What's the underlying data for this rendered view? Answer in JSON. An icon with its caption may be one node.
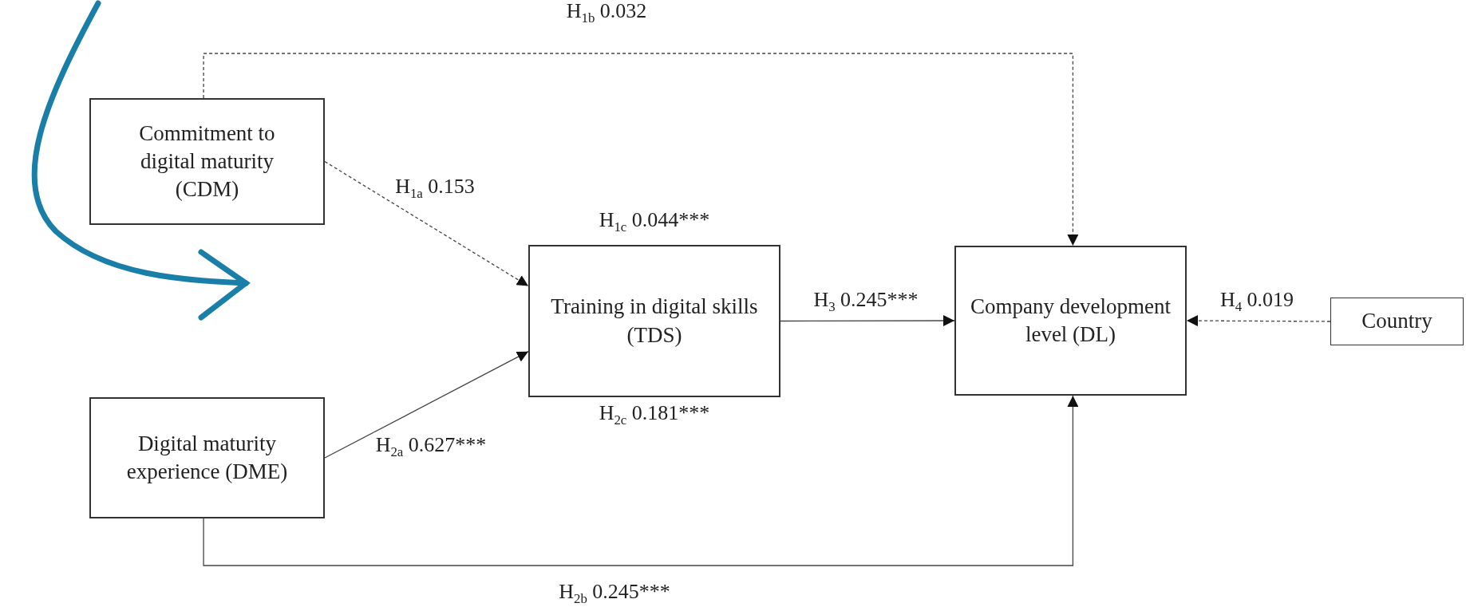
{
  "diagram": {
    "nodes": [
      {
        "text": [
          "Commitment to digital maturity (CDM)"
        ]
      },
      {
        "text": [
          "Training in digital skills (TDS)"
        ],
        "beside": [
          "H$_{1c}$ 0.044***",
          "H$_{2c}$ 0.181***"
        ]
      },
      {
        "text": [
          "Digital maturity experience (DME)"
        ]
      },
      {
        "text": [
          "Company development level (DL)"
        ]
      },
      {
        "text": [
          "Country"
        ]
      }
    ],
    "edges": [
      {
        "from": 0,
        "to": 3,
        "arrow": "to",
        "style": "dashed",
        "label": "H$_{1b}$ 0.032"
      },
      {
        "from": 0,
        "to": 1,
        "arrow": "to",
        "style": "dashed",
        "label": "H$_{1a}$ 0.153"
      },
      {
        "from": 2,
        "to": 1,
        "arrow": "to",
        "label": "H$_{2a}$ 0.627***"
      },
      {
        "from": 2,
        "to": 3,
        "arrow": "to",
        "label": "H$_{2b}$ 0.245***"
      },
      {
        "from": 1,
        "to": 3,
        "arrow": "to",
        "label": "H$_{3}$ 0.245***"
      },
      {
        "from": 4,
        "to": 3,
        "arrow": "to",
        "style": "dashed",
        "label": "H$_{4}$ 0.019"
      }
    ]
  }
}
